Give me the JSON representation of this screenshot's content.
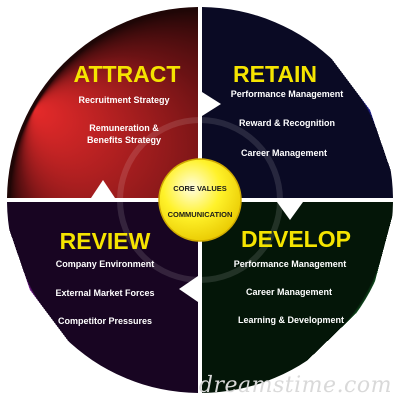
{
  "diagram": {
    "quadrants": [
      {
        "id": "attract",
        "title": "ATTRACT",
        "items": [
          "Recruitment Strategy",
          "Remuneration &",
          "Benefits Strategy"
        ],
        "colors": [
          "#e52a2a",
          "#6a1214",
          "#1f0606"
        ]
      },
      {
        "id": "retain",
        "title": "RETAIN",
        "items": [
          "Performance Management",
          "Reward & Recognition",
          "Career Management"
        ],
        "colors": [
          "#3a3ab8",
          "#191a6e",
          "#0a0a24"
        ]
      },
      {
        "id": "review",
        "title": "REVIEW",
        "items": [
          "Company Environment",
          "External Market Forces",
          "Competitor Pressures"
        ],
        "colors": [
          "#a436c0",
          "#4c1360",
          "#180522"
        ]
      },
      {
        "id": "develop",
        "title": "DEVELOP",
        "items": [
          "Performance Management",
          "Career Management",
          "Learning & Development"
        ],
        "colors": [
          "#2fae4a",
          "#124d20",
          "#041608"
        ]
      }
    ],
    "hub": {
      "line1": "CORE VALUES",
      "line2": "COMMUNICATION",
      "colors": [
        "#fffde0",
        "#fff22a",
        "#e8c800"
      ]
    }
  },
  "watermark": {
    "text": "dreamstime.com",
    "color": "#d9d9d9"
  }
}
